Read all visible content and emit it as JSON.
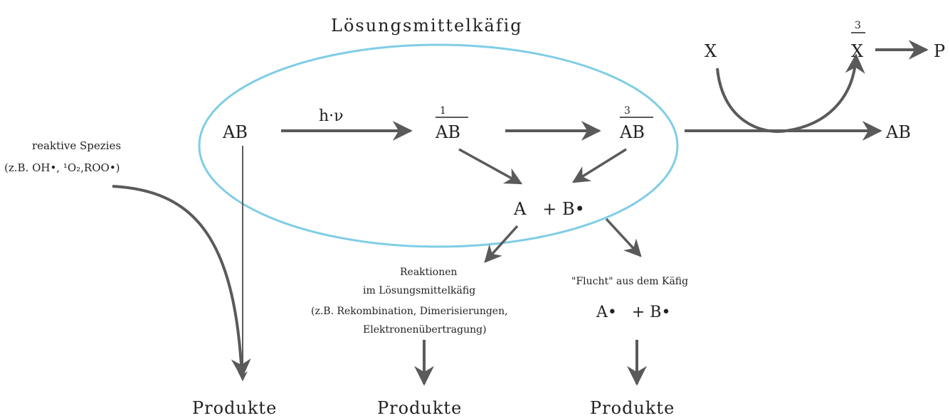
{
  "cage_label": "Lösungsmittelkäfig",
  "species": {
    "ab_start": "AB",
    "hv": "h·ν",
    "singlet_sup": "1",
    "singlet": "AB",
    "triplet_sup": "3",
    "triplet": "AB",
    "ab_end": "AB",
    "x": "X",
    "x_triplet_sup": "3",
    "x_triplet": "X",
    "p": "P",
    "radicals": "A   + B•"
  },
  "reactive_species": {
    "line1": "reaktive Spezies",
    "line2": "(z.B. OH•, ¹O₂,ROO•)"
  },
  "cage_reactions": {
    "line1": "Reaktionen",
    "line2": "im Lösungsmittelkäfig",
    "line3": "(z.B. Rekombination, Dimerisierungen,",
    "line4": "Elektronenübertragung)"
  },
  "escape": {
    "line1": "\"Flucht\" aus dem Käfig",
    "line2": "A•   + B•"
  },
  "products": [
    "Produkte",
    "Produkte",
    "Produkte"
  ],
  "colors": {
    "cage_ellipse": "#7fcde6",
    "arrows": "#5a5a5a",
    "text": "#222222"
  }
}
